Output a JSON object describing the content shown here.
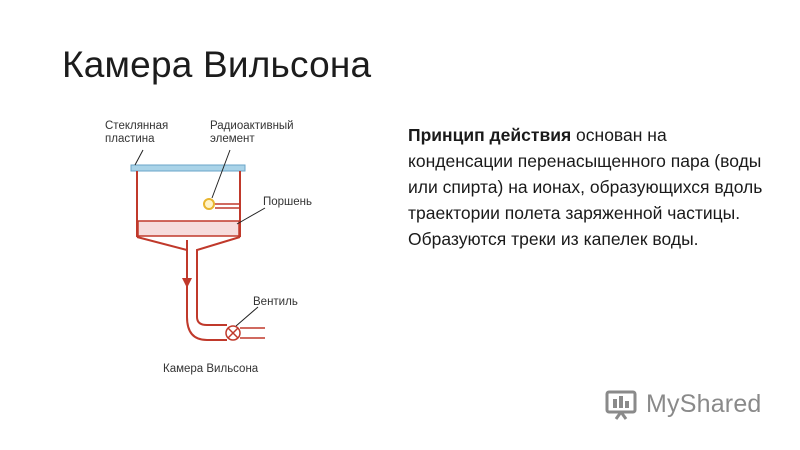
{
  "slide": {
    "title": "Камера Вильсона"
  },
  "diagram": {
    "labels": {
      "glass_plate": "Стеклянная пластина",
      "radioactive": "Радиоактивный элемент",
      "piston": "Поршень",
      "valve": "Вентиль",
      "caption": "Камера Вильсона"
    },
    "colors": {
      "outline": "#c0392b",
      "plate": "#a9d3e8",
      "plate_border": "#6aa6c8",
      "piston_fill": "#f6dcdc",
      "source": "#e8b530",
      "pointer": "#222222"
    }
  },
  "text": {
    "bold_lead": "Принцип действия",
    "rest": " основан на конденсации перенасыщенного пара (воды или спирта) на ионах, образующихся вдоль траектории полета заряженной частицы. Образуются треки из капелек воды."
  },
  "watermark": {
    "text": "MyShared",
    "icon": "myshared-logo-icon"
  }
}
